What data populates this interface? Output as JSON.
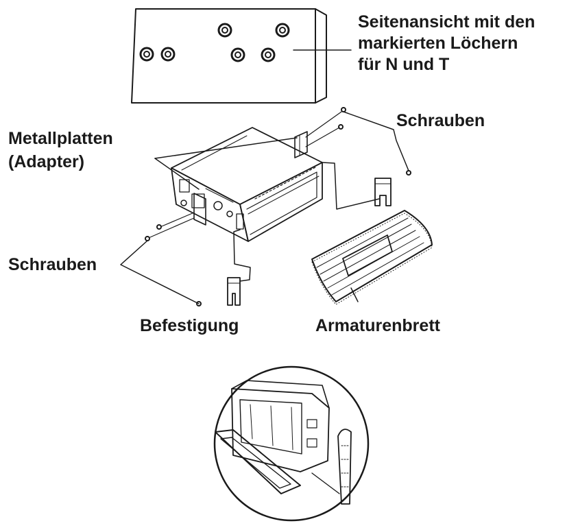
{
  "labels": {
    "side_view_line1": "Seitenansicht mit den",
    "side_view_line2": "markierten Löchern",
    "side_view_line3": "für N und T",
    "screws_top": "Schrauben",
    "metal_plates_line1": "Metallplatten",
    "metal_plates_line2": "(Adapter)",
    "screws_left": "Schrauben",
    "mounting": "Befestigung",
    "dashboard": "Armaturenbrett"
  },
  "colors": {
    "ink": "#1a1a1a",
    "background": "#ffffff"
  }
}
